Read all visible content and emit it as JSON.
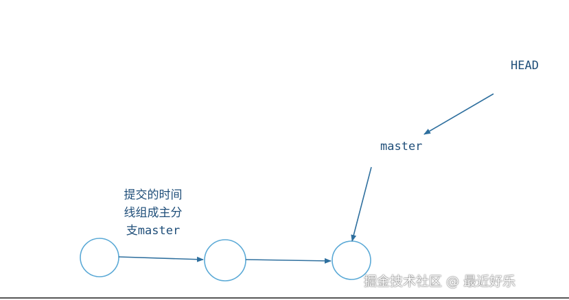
{
  "diagram": {
    "pointer_head": "HEAD",
    "pointer_master": "master",
    "caption_lines": [
      "提交的时间",
      "线组成主分",
      "支master"
    ],
    "commit_count": 3
  },
  "watermark": {
    "text": "掘金技术社区 @ 最近好乐"
  },
  "colors": {
    "circle_stroke": "#5aa9d6",
    "arrow": "#2e6f9e",
    "text": "#1f4e79"
  }
}
